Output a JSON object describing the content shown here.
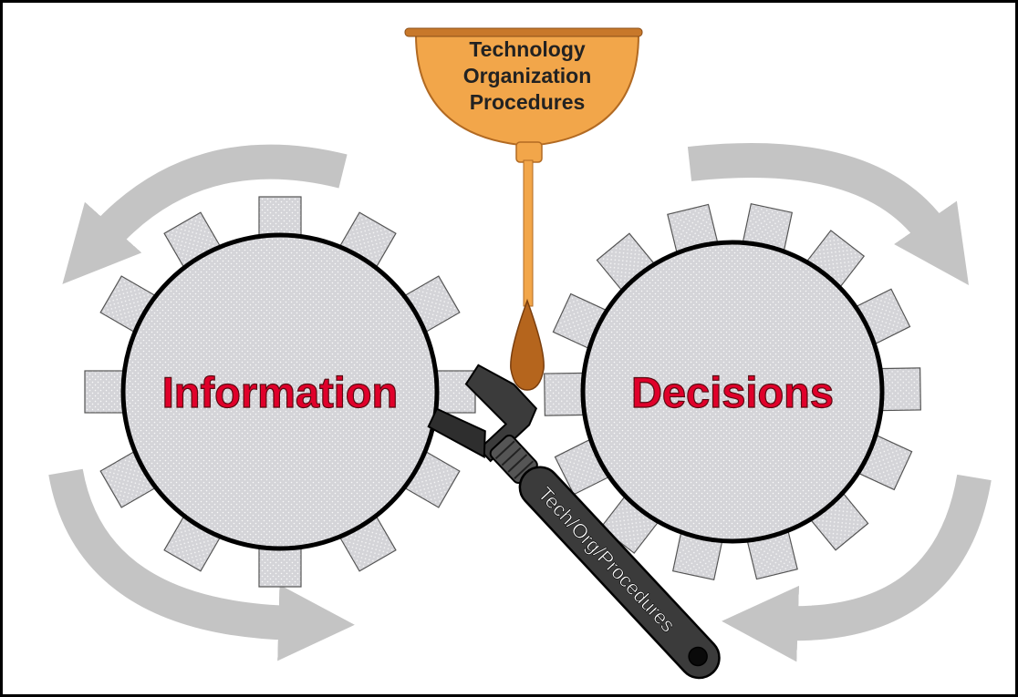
{
  "funnel": {
    "lines": [
      "Technology",
      "Organization",
      "Procedures"
    ]
  },
  "gears": {
    "left": {
      "label": "Information"
    },
    "right": {
      "label": "Decisions"
    }
  },
  "wrench": {
    "label": "Tech/Org/Procedures"
  },
  "colors": {
    "gear_fill": "#d4d4d8",
    "gear_outline": "#000000",
    "gear_text": "#e0002a",
    "arrow": "#c4c4c4",
    "funnel": "#f2a64a",
    "funnel_rim": "#c8782a",
    "drop": "#b5651d",
    "wrench": "#3b3b3b"
  }
}
